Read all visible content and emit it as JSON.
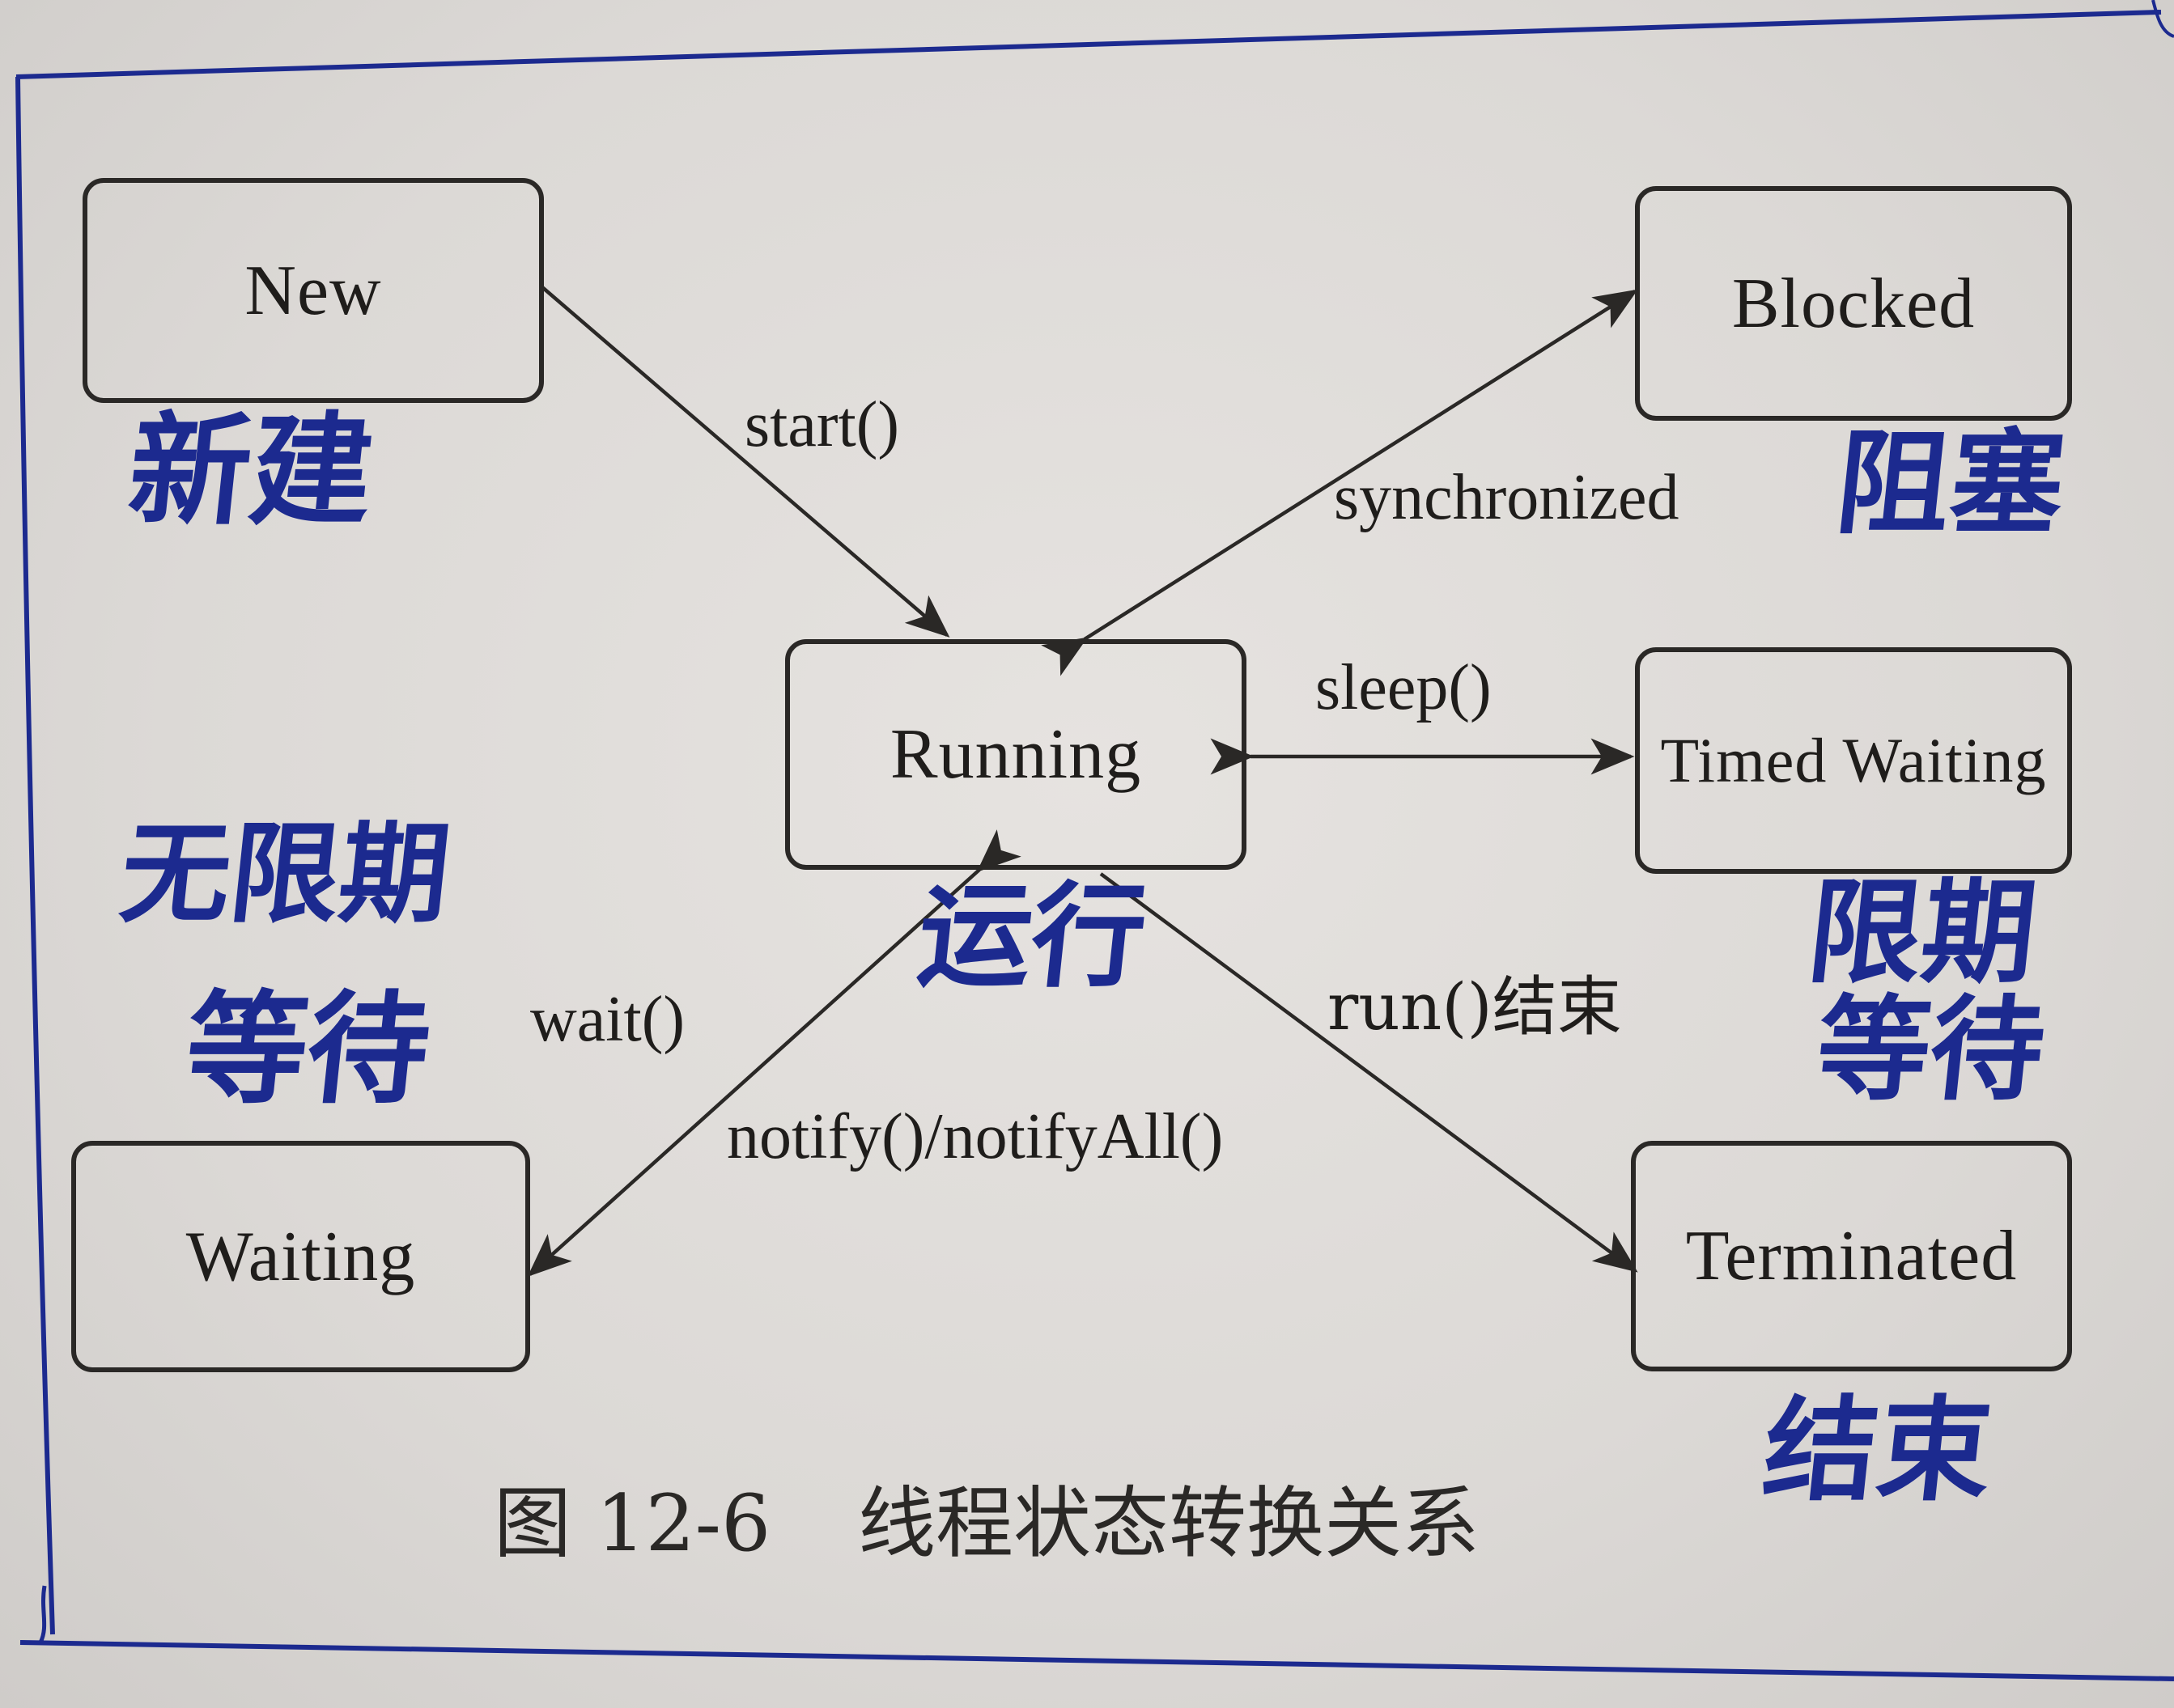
{
  "diagram": {
    "states": {
      "new": "New",
      "blocked": "Blocked",
      "running": "Running",
      "timed_waiting": "Timed Waiting",
      "waiting": "Waiting",
      "terminated": "Terminated"
    },
    "transitions": {
      "start": "start()",
      "synchronized": "synchronized",
      "sleep": "sleep()",
      "wait": "wait()",
      "notify": "notify()/notifyAll()",
      "run_end": "run()结束"
    },
    "annotations": {
      "new": "新建",
      "blocked": "阻塞",
      "running": "运行",
      "waiting_line1": "无限期",
      "waiting_line2": "等待",
      "timed_waiting_line1": "限期",
      "timed_waiting_line2": "等待",
      "terminated": "结束"
    },
    "caption": {
      "number": "图 12-6",
      "text": "线程状态转换关系"
    }
  },
  "colors": {
    "ink": "#2a2826",
    "handwriting": "#1c2a8f",
    "paper": "#dcd9d6"
  }
}
